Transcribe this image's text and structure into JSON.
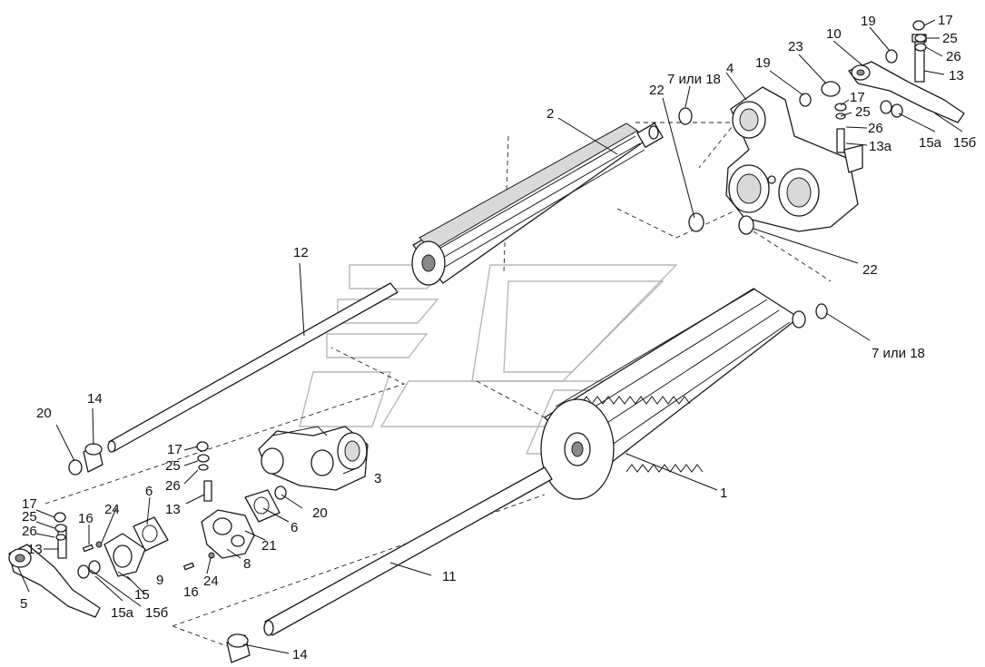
{
  "callouts": [
    {
      "id": "c1",
      "text": "1"
    },
    {
      "id": "c2",
      "text": "2"
    },
    {
      "id": "c3",
      "text": "3"
    },
    {
      "id": "c4",
      "text": "4"
    },
    {
      "id": "c5",
      "text": "5"
    },
    {
      "id": "c6a",
      "text": "6"
    },
    {
      "id": "c6b",
      "text": "6"
    },
    {
      "id": "c7a",
      "text": "7 или 18"
    },
    {
      "id": "c7b",
      "text": "7 или 18"
    },
    {
      "id": "c8",
      "text": "8"
    },
    {
      "id": "c9",
      "text": "9"
    },
    {
      "id": "c10",
      "text": "10"
    },
    {
      "id": "c11",
      "text": "11"
    },
    {
      "id": "c12",
      "text": "12"
    },
    {
      "id": "c13a",
      "text": "13"
    },
    {
      "id": "c13b",
      "text": "13"
    },
    {
      "id": "c13c",
      "text": "13"
    },
    {
      "id": "c13d",
      "text": "13а"
    },
    {
      "id": "c14a",
      "text": "14"
    },
    {
      "id": "c14b",
      "text": "14"
    },
    {
      "id": "c15a",
      "text": "15"
    },
    {
      "id": "c15b",
      "text": "15а"
    },
    {
      "id": "c15c",
      "text": "15б"
    },
    {
      "id": "c15d",
      "text": "15а"
    },
    {
      "id": "c15e",
      "text": "15б"
    },
    {
      "id": "c16a",
      "text": "16"
    },
    {
      "id": "c16b",
      "text": "16"
    },
    {
      "id": "c17a",
      "text": "17"
    },
    {
      "id": "c17b",
      "text": "17"
    },
    {
      "id": "c17c",
      "text": "17"
    },
    {
      "id": "c17d",
      "text": "17"
    },
    {
      "id": "c19a",
      "text": "19"
    },
    {
      "id": "c19b",
      "text": "19"
    },
    {
      "id": "c20a",
      "text": "20"
    },
    {
      "id": "c20b",
      "text": "20"
    },
    {
      "id": "c21",
      "text": "21"
    },
    {
      "id": "c22a",
      "text": "22"
    },
    {
      "id": "c22b",
      "text": "22"
    },
    {
      "id": "c23",
      "text": "23"
    },
    {
      "id": "c24a",
      "text": "24"
    },
    {
      "id": "c24b",
      "text": "24"
    },
    {
      "id": "c25a",
      "text": "25"
    },
    {
      "id": "c25b",
      "text": "25"
    },
    {
      "id": "c25c",
      "text": "25"
    },
    {
      "id": "c25d",
      "text": "25"
    },
    {
      "id": "c26a",
      "text": "26"
    },
    {
      "id": "c26b",
      "text": "26"
    },
    {
      "id": "c26c",
      "text": "26"
    },
    {
      "id": "c26d",
      "text": "26"
    }
  ]
}
